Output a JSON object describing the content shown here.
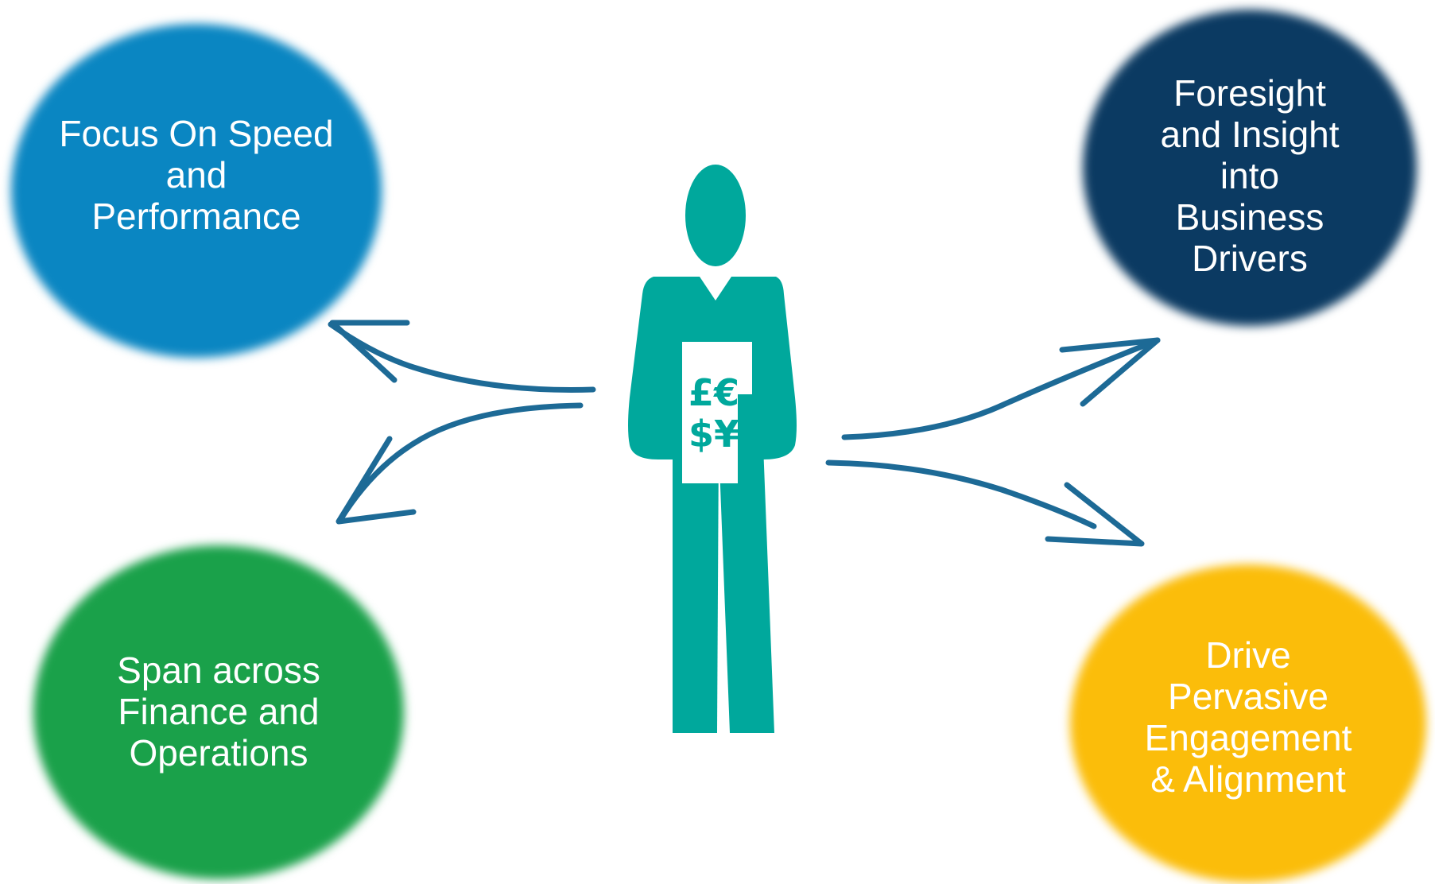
{
  "bubbles": {
    "speed": {
      "label": "Focus On Speed\nand\nPerformance",
      "color": "#0a86c2"
    },
    "span": {
      "label": "Span across\nFinance and\nOperations",
      "color": "#1aa14a"
    },
    "foresight": {
      "label": "Foresight\nand Insight\ninto\nBusiness\nDrivers",
      "color": "#0b3a62"
    },
    "drive": {
      "label": "Drive\nPervasive\nEngagement\n& Alignment",
      "color": "#fbbd0a"
    }
  },
  "figure": {
    "color": "#00a89c",
    "currency_line1": "£€",
    "currency_line2": "$¥"
  },
  "arrow_color": "#1d6a96"
}
